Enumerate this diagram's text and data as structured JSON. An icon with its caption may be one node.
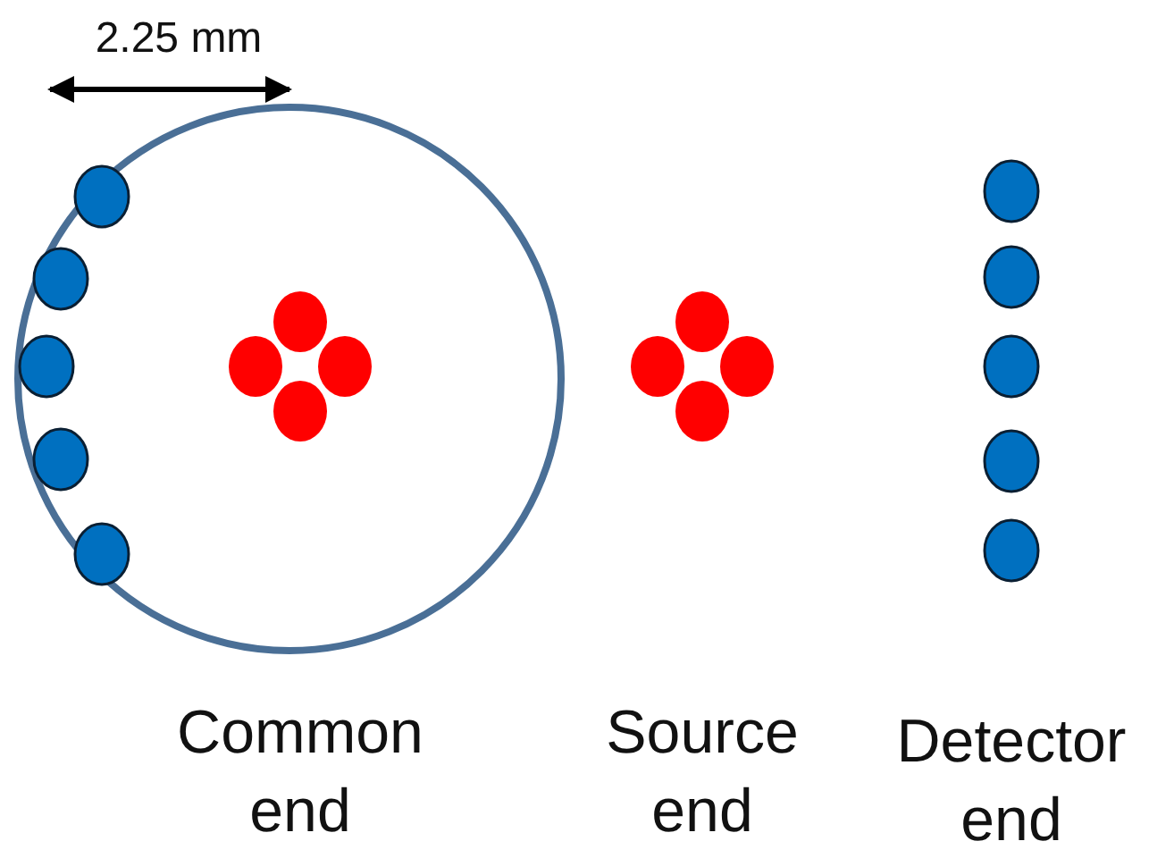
{
  "diagram": {
    "labels": [
      "2.25 mm",
      "Common end",
      "Source end",
      "Detector end"
    ]
  }
}
